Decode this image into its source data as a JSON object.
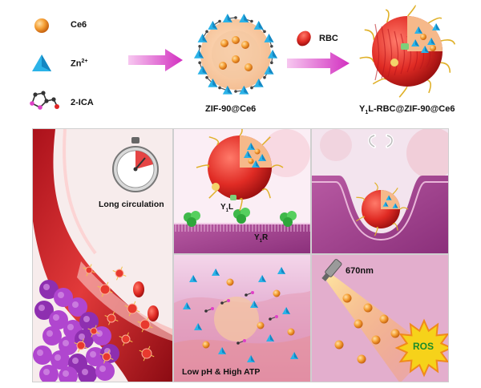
{
  "legend": {
    "items": [
      {
        "label": "Ce6",
        "icon": "ce6-sphere-icon"
      },
      {
        "label": "Zn",
        "sup": "2+",
        "icon": "zn-pyramid-icon"
      },
      {
        "label": "2-ICA",
        "icon": "ica-molecule-icon"
      }
    ]
  },
  "synthesis": {
    "step2_label": "RBC",
    "intermediate_label": "ZIF-90@Ce6",
    "final_label_pre": "Y",
    "final_label_sub": "1",
    "final_label_post": "L-RBC@ZIF-90@Ce6"
  },
  "panels": {
    "circulation_label": "Long circulation",
    "ligand_label_pre": "Y",
    "ligand_label_sub": "1",
    "ligand_label_post": "L",
    "receptor_label_pre": "Y",
    "receptor_label_sub": "1",
    "receptor_label_post": "R",
    "release_label": "Low pH & High ATP",
    "laser_label": "670nm",
    "ros_label": "ROS"
  },
  "colors": {
    "ce6": "#f08a1c",
    "zn": "#2bb3e8",
    "rbc": "#e02424",
    "vessel": "#c4161c",
    "tumor": "#a63cc4",
    "arrow": "#e040c8",
    "membrane": "#6a2a6e"
  }
}
